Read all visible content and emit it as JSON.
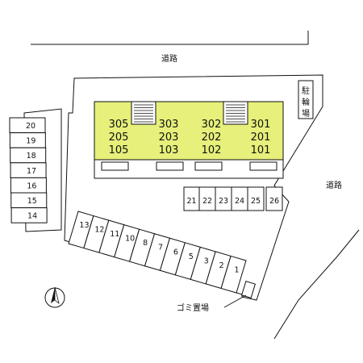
{
  "road_label_top": "道路",
  "road_label_right": "道路",
  "bicycle_parking": [
    "駐",
    "輪",
    "場"
  ],
  "garbage_label": "ゴミ置場",
  "building": {
    "fill": "#e6f07a",
    "units": [
      [
        "305",
        "205",
        "105"
      ],
      [
        "303",
        "203",
        "103"
      ],
      [
        "302",
        "202",
        "102"
      ],
      [
        "301",
        "201",
        "101"
      ]
    ]
  },
  "parking_left": [
    "20",
    "19",
    "18",
    "17",
    "16",
    "15",
    "14"
  ],
  "parking_mid": [
    "21",
    "22",
    "23",
    "24",
    "25",
    "26"
  ],
  "parking_bottom": [
    "13",
    "12",
    "11",
    "10",
    "8",
    "7",
    "6",
    "5",
    "3",
    "2",
    "1"
  ]
}
